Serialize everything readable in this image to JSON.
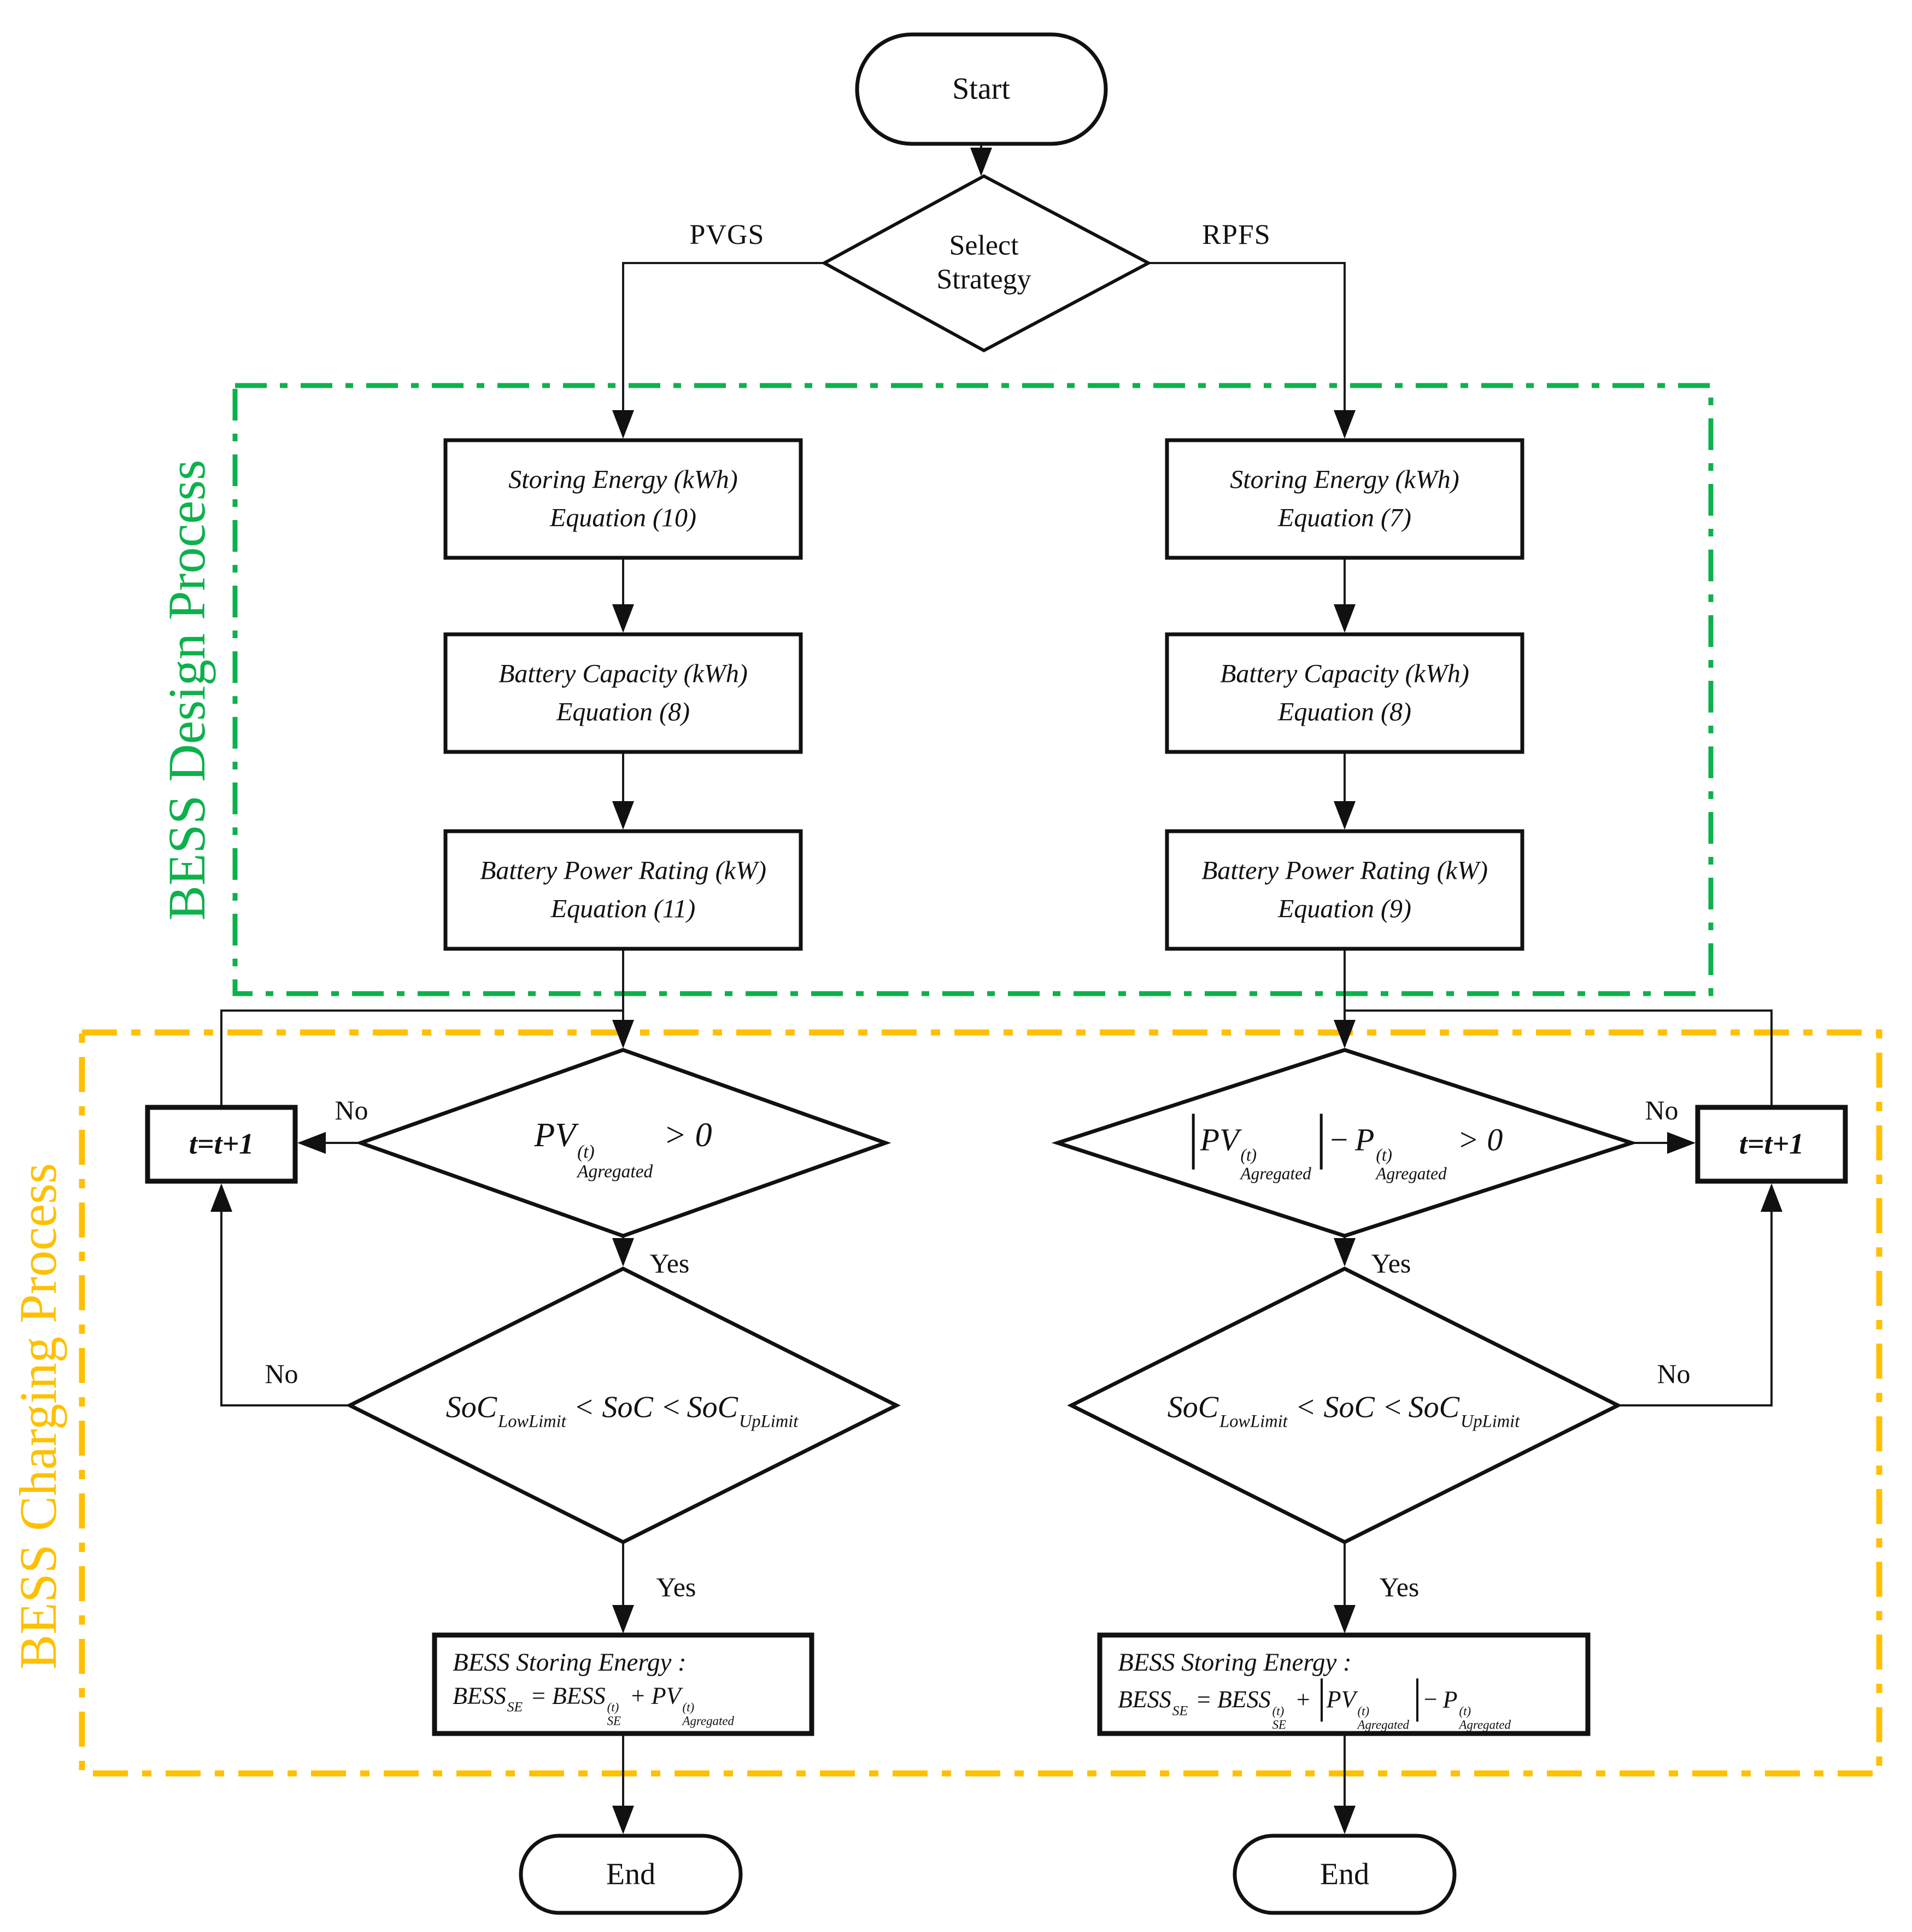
{
  "fc": {
    "start_label": "Start",
    "end_label": "End",
    "select": {
      "line1": "Select",
      "line2": "Strategy"
    },
    "pvgs": "PVGS",
    "rpfs": "RPFS",
    "yes": "Yes",
    "no": "No",
    "t_increment": "t=t+1",
    "design_group": {
      "label": "BESS Design Process",
      "color": "#0CB14B"
    },
    "charging_group": {
      "label": "BESS Charging Process",
      "color": "#FFC000"
    },
    "line_color": "#1a1a1a",
    "left": {
      "step1": {
        "line1": "Storing Energy (kWh)",
        "line2": "Equation (10)"
      },
      "step2": {
        "line1": "Battery Capacity (kWh)",
        "line2": "Equation (8)"
      },
      "step3": {
        "line1": "Battery Power Rating (kW)",
        "line2": "Equation (11)"
      },
      "pv_check": {
        "base": "PV",
        "sup": "(t)",
        "sub": "Agregated",
        "cmp": "> 0"
      },
      "bess": {
        "title": "BESS Storing Energy :",
        "lhs": "BESS",
        "lhs_sub": "SE",
        "eq": "=",
        "rhs1": "BESS",
        "rhs1_sup": "(t)",
        "rhs1_sub": "SE",
        "plus": "+",
        "pv": "PV",
        "pv_sup": "(t)",
        "pv_sub": "Agregated"
      }
    },
    "right": {
      "step1": {
        "line1": "Storing Energy (kWh)",
        "line2": "Equation (7)"
      },
      "step2": {
        "line1": "Battery Capacity (kWh)",
        "line2": "Equation (8)"
      },
      "step3": {
        "line1": "Battery Power Rating (kW)",
        "line2": "Equation (9)"
      },
      "pv_check": {
        "abs_base": "PV",
        "abs_sup": "(t)",
        "abs_sub": "Agregated",
        "minus": "−",
        "base2": "P",
        "sup2": "(t)",
        "sub2": "Agregated",
        "cmp": "> 0"
      },
      "bess": {
        "title": "BESS Storing Energy :",
        "lhs": "BESS",
        "lhs_sub": "SE",
        "eq": "=",
        "rhs1": "BESS",
        "rhs1_sup": "(t)",
        "rhs1_sub": "SE",
        "plus": "+",
        "pv": "PV",
        "pv_sup": "(t)",
        "pv_sub": "Agregated",
        "minus": "−",
        "p2": "P",
        "p2_sup": "(t)",
        "p2_sub": "Agregated"
      }
    },
    "soc_check": {
      "a": "SoC",
      "a_sub": "LowLimit",
      "mid": "< SoC <",
      "b": "SoC",
      "b_sub": "UpLimit"
    }
  }
}
